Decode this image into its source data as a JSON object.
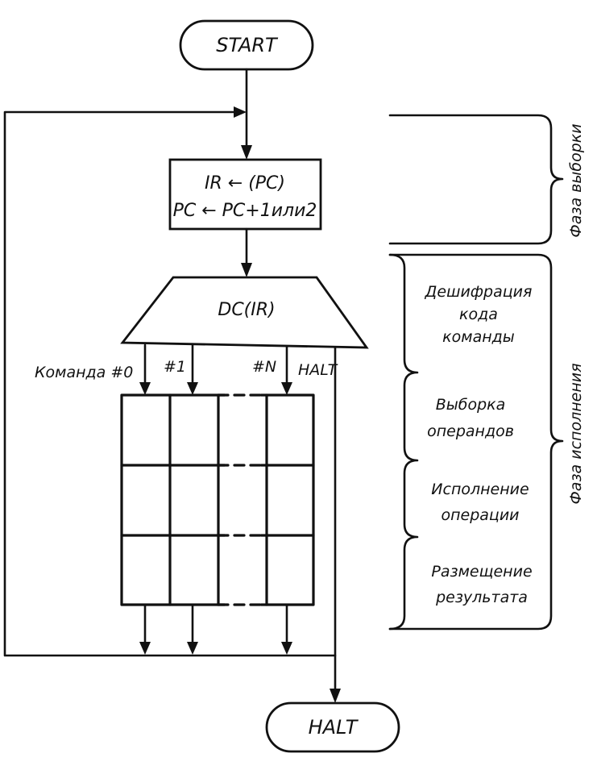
{
  "start": "START",
  "halt_terminal": "HALT",
  "fetch_box": {
    "line1": "IR ← (PC)",
    "line2": "PC ← PC+1или2"
  },
  "decoder": "DC(IR)",
  "branches": {
    "cmd0": "Команда #0",
    "cmd1": "#1",
    "cmdN": "#N",
    "halt": "HALT"
  },
  "steps": {
    "decode": [
      "Дешифрация",
      "кода",
      "команды"
    ],
    "fetch_operands": [
      "Выборка",
      "операндов"
    ],
    "execute": [
      "Исполнение",
      "операции"
    ],
    "store": [
      "Размещение",
      "результата"
    ]
  },
  "phases": {
    "fetch": "Фаза выборки",
    "execute": "Фаза исполнения"
  }
}
